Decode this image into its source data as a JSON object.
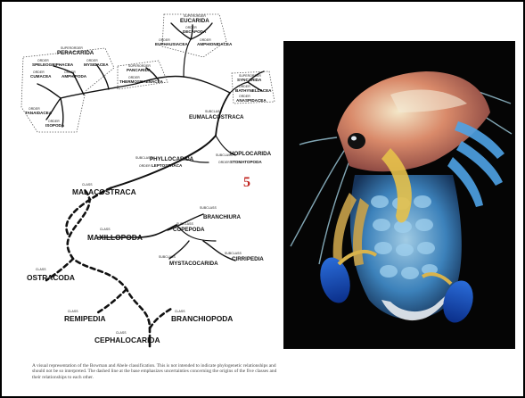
{
  "slide_number": "5",
  "tree": {
    "superorder_eucarida": {
      "rank": "SUPERORDER",
      "name": "EUCARIDA"
    },
    "order_decapoda": {
      "rank": "ORDER",
      "name": "DECAPODA"
    },
    "order_euphausiacea": {
      "rank": "ORDER",
      "name": "EUPHAUSIACEA"
    },
    "order_amphionidacea": {
      "rank": "ORDER",
      "name": "AMPHIONIDACEA"
    },
    "superorder_peracarida": {
      "rank": "SUPERORDER",
      "name": "PERACARIDA"
    },
    "order_spelaeogriphacea": {
      "rank": "ORDER",
      "name": "SPELEOGRIPHACEA"
    },
    "order_mysidacea": {
      "rank": "ORDER",
      "name": "MYSIDACEA"
    },
    "order_cumacea": {
      "rank": "ORDER",
      "name": "CUMACEA"
    },
    "order_amphipoda": {
      "rank": "ORDER",
      "name": "AMPHIPODA"
    },
    "order_tanaidacea": {
      "rank": "ORDER",
      "name": "TANAIDACEA"
    },
    "order_isopoda": {
      "rank": "ORDER",
      "name": "ISOPODA"
    },
    "superorder_pancarida": {
      "rank": "SUPERORDER",
      "name": "PANCARIDA"
    },
    "order_thermosbaenacea": {
      "rank": "ORDER",
      "name": "THERMOSBAENACEA"
    },
    "superorder_syncarida": {
      "rank": "SUPERORDER",
      "name": "SYNCARIDA"
    },
    "order_bathynellacea": {
      "rank": "ORDER",
      "name": "BATHYNELLACEA"
    },
    "order_anaspidacea": {
      "rank": "ORDER",
      "name": "ANASPIDACEA"
    },
    "subclass_eumalacostraca": {
      "rank": "SUBCLASS",
      "name": "EUMALACOSTRACA"
    },
    "subclass_phyllocarida": {
      "rank": "SUBCLASS",
      "name": "PHYLLOCARIDA"
    },
    "order_leptostraca": {
      "rank": "ORDER",
      "name": "LEPTOSTRACA"
    },
    "subclass_hoplocarida": {
      "rank": "SUBCLASS",
      "name": "HOPLOCARIDA"
    },
    "order_stomatopoda": {
      "rank": "ORDER",
      "name": "STOMATOPODA"
    },
    "class_malacostraca": {
      "rank": "CLASS",
      "name": "MALACOSTRACA"
    },
    "subclass_branchiura": {
      "rank": "SUBCLASS",
      "name": "BRANCHIURA"
    },
    "subclass_copepoda": {
      "rank": "SUBCLASS",
      "name": "COPEPODA"
    },
    "class_maxillopoda": {
      "rank": "CLASS",
      "name": "MAXILLOPODA"
    },
    "subclass_mystacocarida": {
      "rank": "SUBCLASS",
      "name": "MYSTACOCARIDA"
    },
    "subclass_cirripedia": {
      "rank": "SUBCLASS",
      "name": "CIRRIPEDIA"
    },
    "class_ostracoda": {
      "rank": "CLASS",
      "name": "OSTRACODA"
    },
    "class_remipedia": {
      "rank": "CLASS",
      "name": "REMIPEDIA"
    },
    "class_branchiopoda": {
      "rank": "CLASS",
      "name": "BRANCHIOPODA"
    },
    "class_cephalocarida": {
      "rank": "CLASS",
      "name": "CEPHALOCARIDA"
    }
  },
  "caption": "A visual representation of the Bowman and Abele classification. This is not intended to indicate phylogenetic relationships and should not be so interpreted. The dashed line at the base emphasizes uncertainties concerning the origins of the five classes and their relationships to each other.",
  "colors": {
    "slide_number": "#c0241f",
    "tree_lines": "#111111",
    "photo_background": "#050505"
  }
}
